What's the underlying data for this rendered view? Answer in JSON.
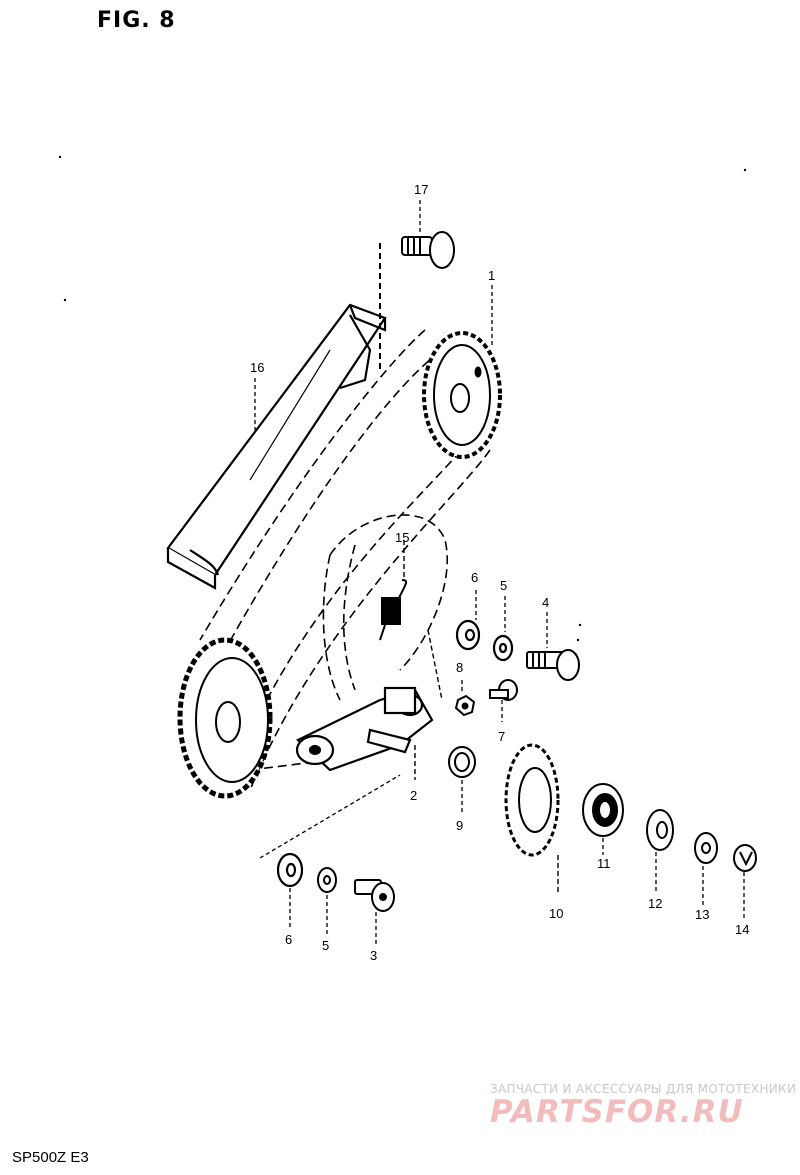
{
  "figure": {
    "title": "FIG. 8",
    "model": "SP500Z E3"
  },
  "callouts": [
    {
      "id": "1",
      "text": "1"
    },
    {
      "id": "2",
      "text": "2"
    },
    {
      "id": "3",
      "text": "3"
    },
    {
      "id": "4",
      "text": "4"
    },
    {
      "id": "5a",
      "text": "5"
    },
    {
      "id": "5b",
      "text": "5"
    },
    {
      "id": "6a",
      "text": "6"
    },
    {
      "id": "6b",
      "text": "6"
    },
    {
      "id": "7",
      "text": "7"
    },
    {
      "id": "8",
      "text": "8"
    },
    {
      "id": "9",
      "text": "9"
    },
    {
      "id": "10",
      "text": "10"
    },
    {
      "id": "11",
      "text": "11"
    },
    {
      "id": "12",
      "text": "12"
    },
    {
      "id": "13",
      "text": "13"
    },
    {
      "id": "14",
      "text": "14"
    },
    {
      "id": "15",
      "text": "15"
    },
    {
      "id": "16",
      "text": "16"
    },
    {
      "id": "17",
      "text": "17"
    }
  ],
  "watermark": {
    "caption": "ЗАПЧАСТИ И АКСЕССУАРЫ ДЛЯ МОТОТЕХНИКИ",
    "logo": "PARTSFOR.RU",
    "color": "#e88a8a"
  }
}
